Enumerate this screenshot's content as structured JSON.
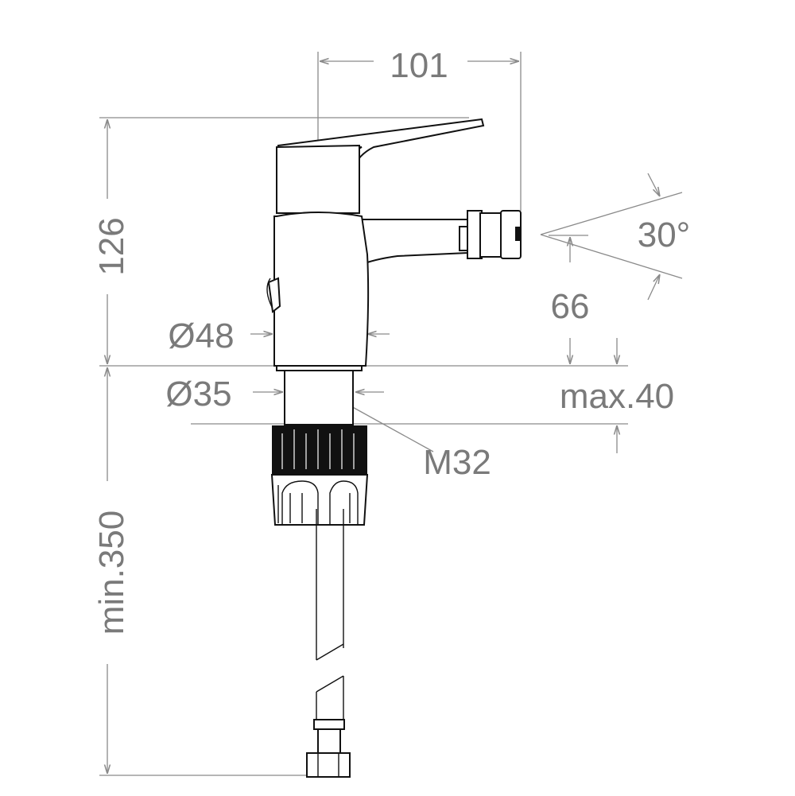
{
  "dimensions": {
    "width_to_spout": "101",
    "height": "126",
    "spray_angle": "30°",
    "spout_height": "66",
    "body_diameter": "Ø48",
    "shank_diameter": "Ø35",
    "max_deck_thickness": "max.40",
    "thread": "M32",
    "hose_length": "min.350"
  },
  "colors": {
    "dimension": "#7a7a7a",
    "outline": "#111111"
  }
}
